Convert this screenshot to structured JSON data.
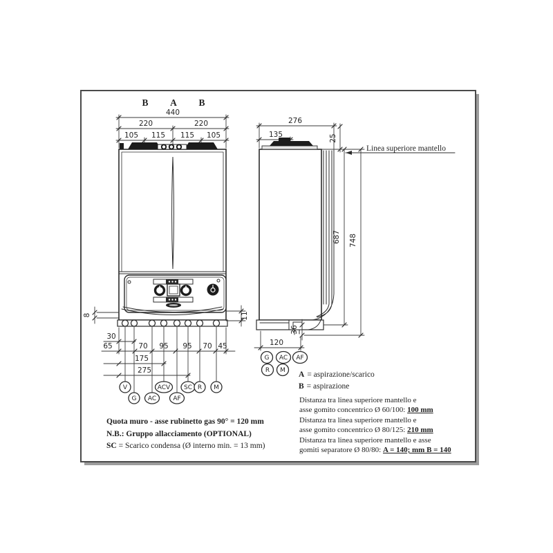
{
  "front_view": {
    "flue_labels": [
      "B",
      "A",
      "B"
    ],
    "dim_total_width": "440",
    "dim_half_left": "220",
    "dim_half_right": "220",
    "dim_quarters": [
      "105",
      "115",
      "115",
      "105"
    ],
    "dim_gap_left": "8",
    "dim_gap_right": "11",
    "dim_30": "30",
    "dim_bottom_row": [
      "65",
      "70",
      "95",
      "95",
      "70",
      "45"
    ],
    "dim_175": "175",
    "dim_275": "275",
    "connections": [
      "V",
      "G",
      "AC",
      "ACV",
      "AF",
      "SC",
      "R",
      "M"
    ]
  },
  "side_view": {
    "dim_depth": "276",
    "dim_cap": "135",
    "dim_top_offset": "25",
    "dim_mantle_height": "687",
    "dim_total_height": "748",
    "dim_bottom_offset": "36",
    "dim_gas_offset": "120",
    "mantle_label": "Linea superiore mantello",
    "connections_row1": [
      "G",
      "AC",
      "AF"
    ],
    "connections_row2": [
      "R",
      "M"
    ]
  },
  "legend": {
    "a_key": "A",
    "a_value": "= aspirazione/scarico",
    "b_key": "B",
    "b_value": "= aspirazione"
  },
  "notes_left": {
    "line1": "Quota muro - asse rubinetto gas 90° = 120 mm",
    "line2": "N.B.: Gruppo allacciamento (OPTIONAL)",
    "line3_key": "SC",
    "line3_value": " = Scarico condensa (Ø interno min. = 13 mm)"
  },
  "notes_right": {
    "line1": "Distanza tra linea superiore mantello e",
    "line2": "asse gomito concentrico Ø 60/100: ",
    "line2_bold": "100 mm",
    "line3": "Distanza tra linea superiore mantello e",
    "line4": "asse gomito concentrico Ø 80/125: ",
    "line4_bold": "210 mm",
    "line5": "Distanza tra linea superiore mantello e asse",
    "line6": "gomiti separatore Ø 80/80: ",
    "line6_bold": "A = 140; mm B = 140"
  },
  "colors": {
    "line": "#2b2b2b",
    "dim_line": "#3a3a3a",
    "frame": "#4a4a4a",
    "shadow": "#9c9c9c",
    "background": "#ffffff"
  }
}
